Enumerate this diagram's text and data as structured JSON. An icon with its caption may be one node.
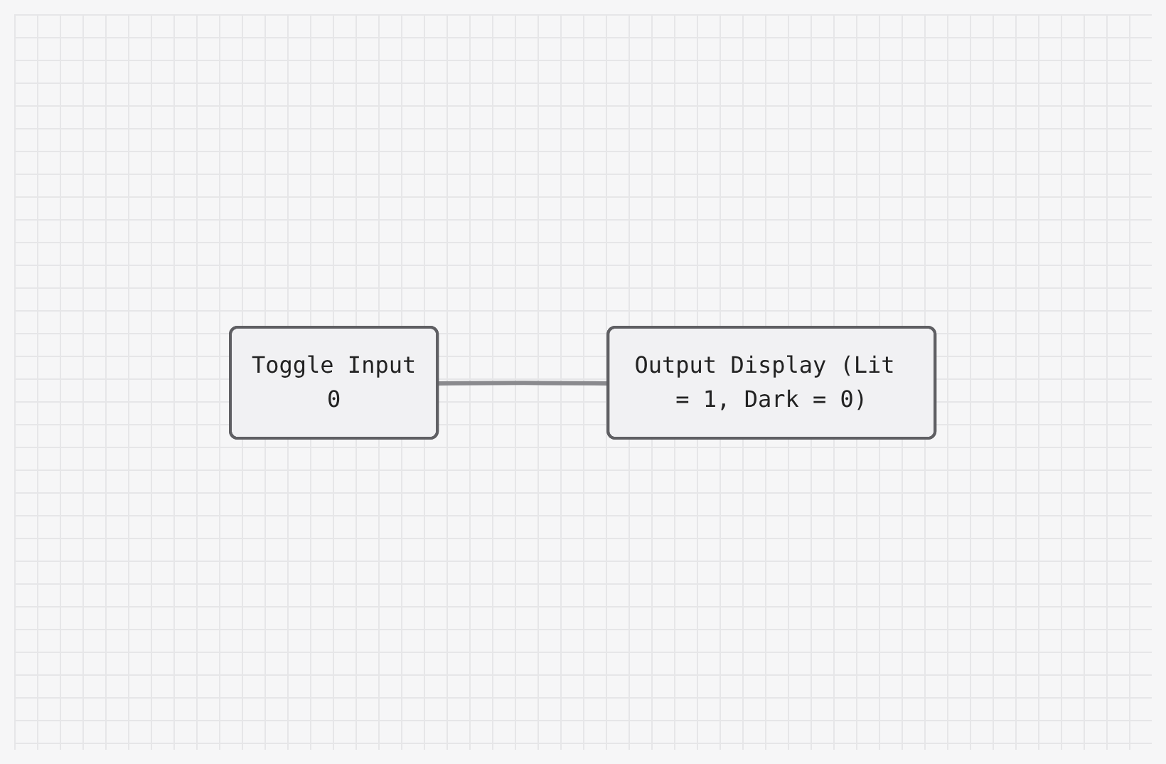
{
  "diagram": {
    "nodes": [
      {
        "text": [
          "Toggle Input",
          "0"
        ]
      },
      {
        "text": [
          "Output Display (Lit = 1, Dark = 0)"
        ]
      }
    ],
    "edges": [
      {
        "from": 0,
        "to": 1,
        "arrow": "none"
      }
    ]
  }
}
